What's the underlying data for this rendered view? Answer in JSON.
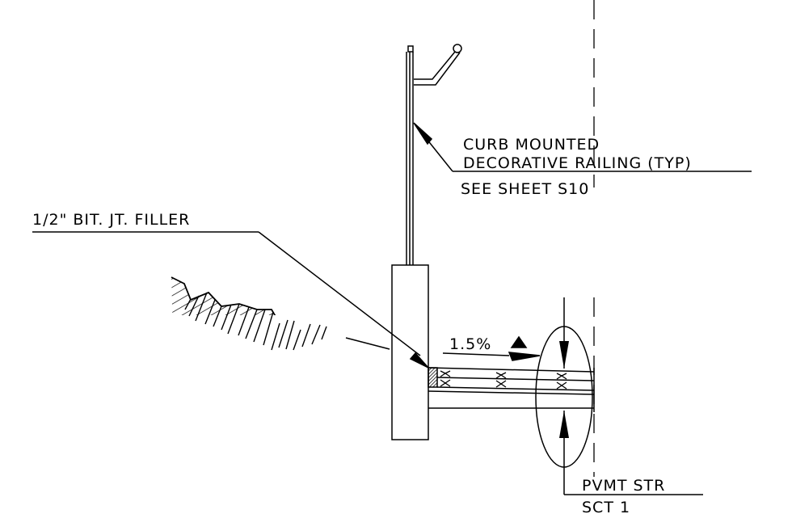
{
  "labels": {
    "railing_line1": "CURB MOUNTED",
    "railing_line2": "DECORATIVE RAILING (TYP)",
    "railing_ref": "SEE SHEET S10",
    "joint_filler": "1/2\" BIT. JT. FILLER",
    "slope": "1.5%",
    "pavement_line1": "PVMT STR",
    "pavement_line2": "SCT 1"
  },
  "colors": {
    "ink": "#000000",
    "background": "#ffffff"
  }
}
